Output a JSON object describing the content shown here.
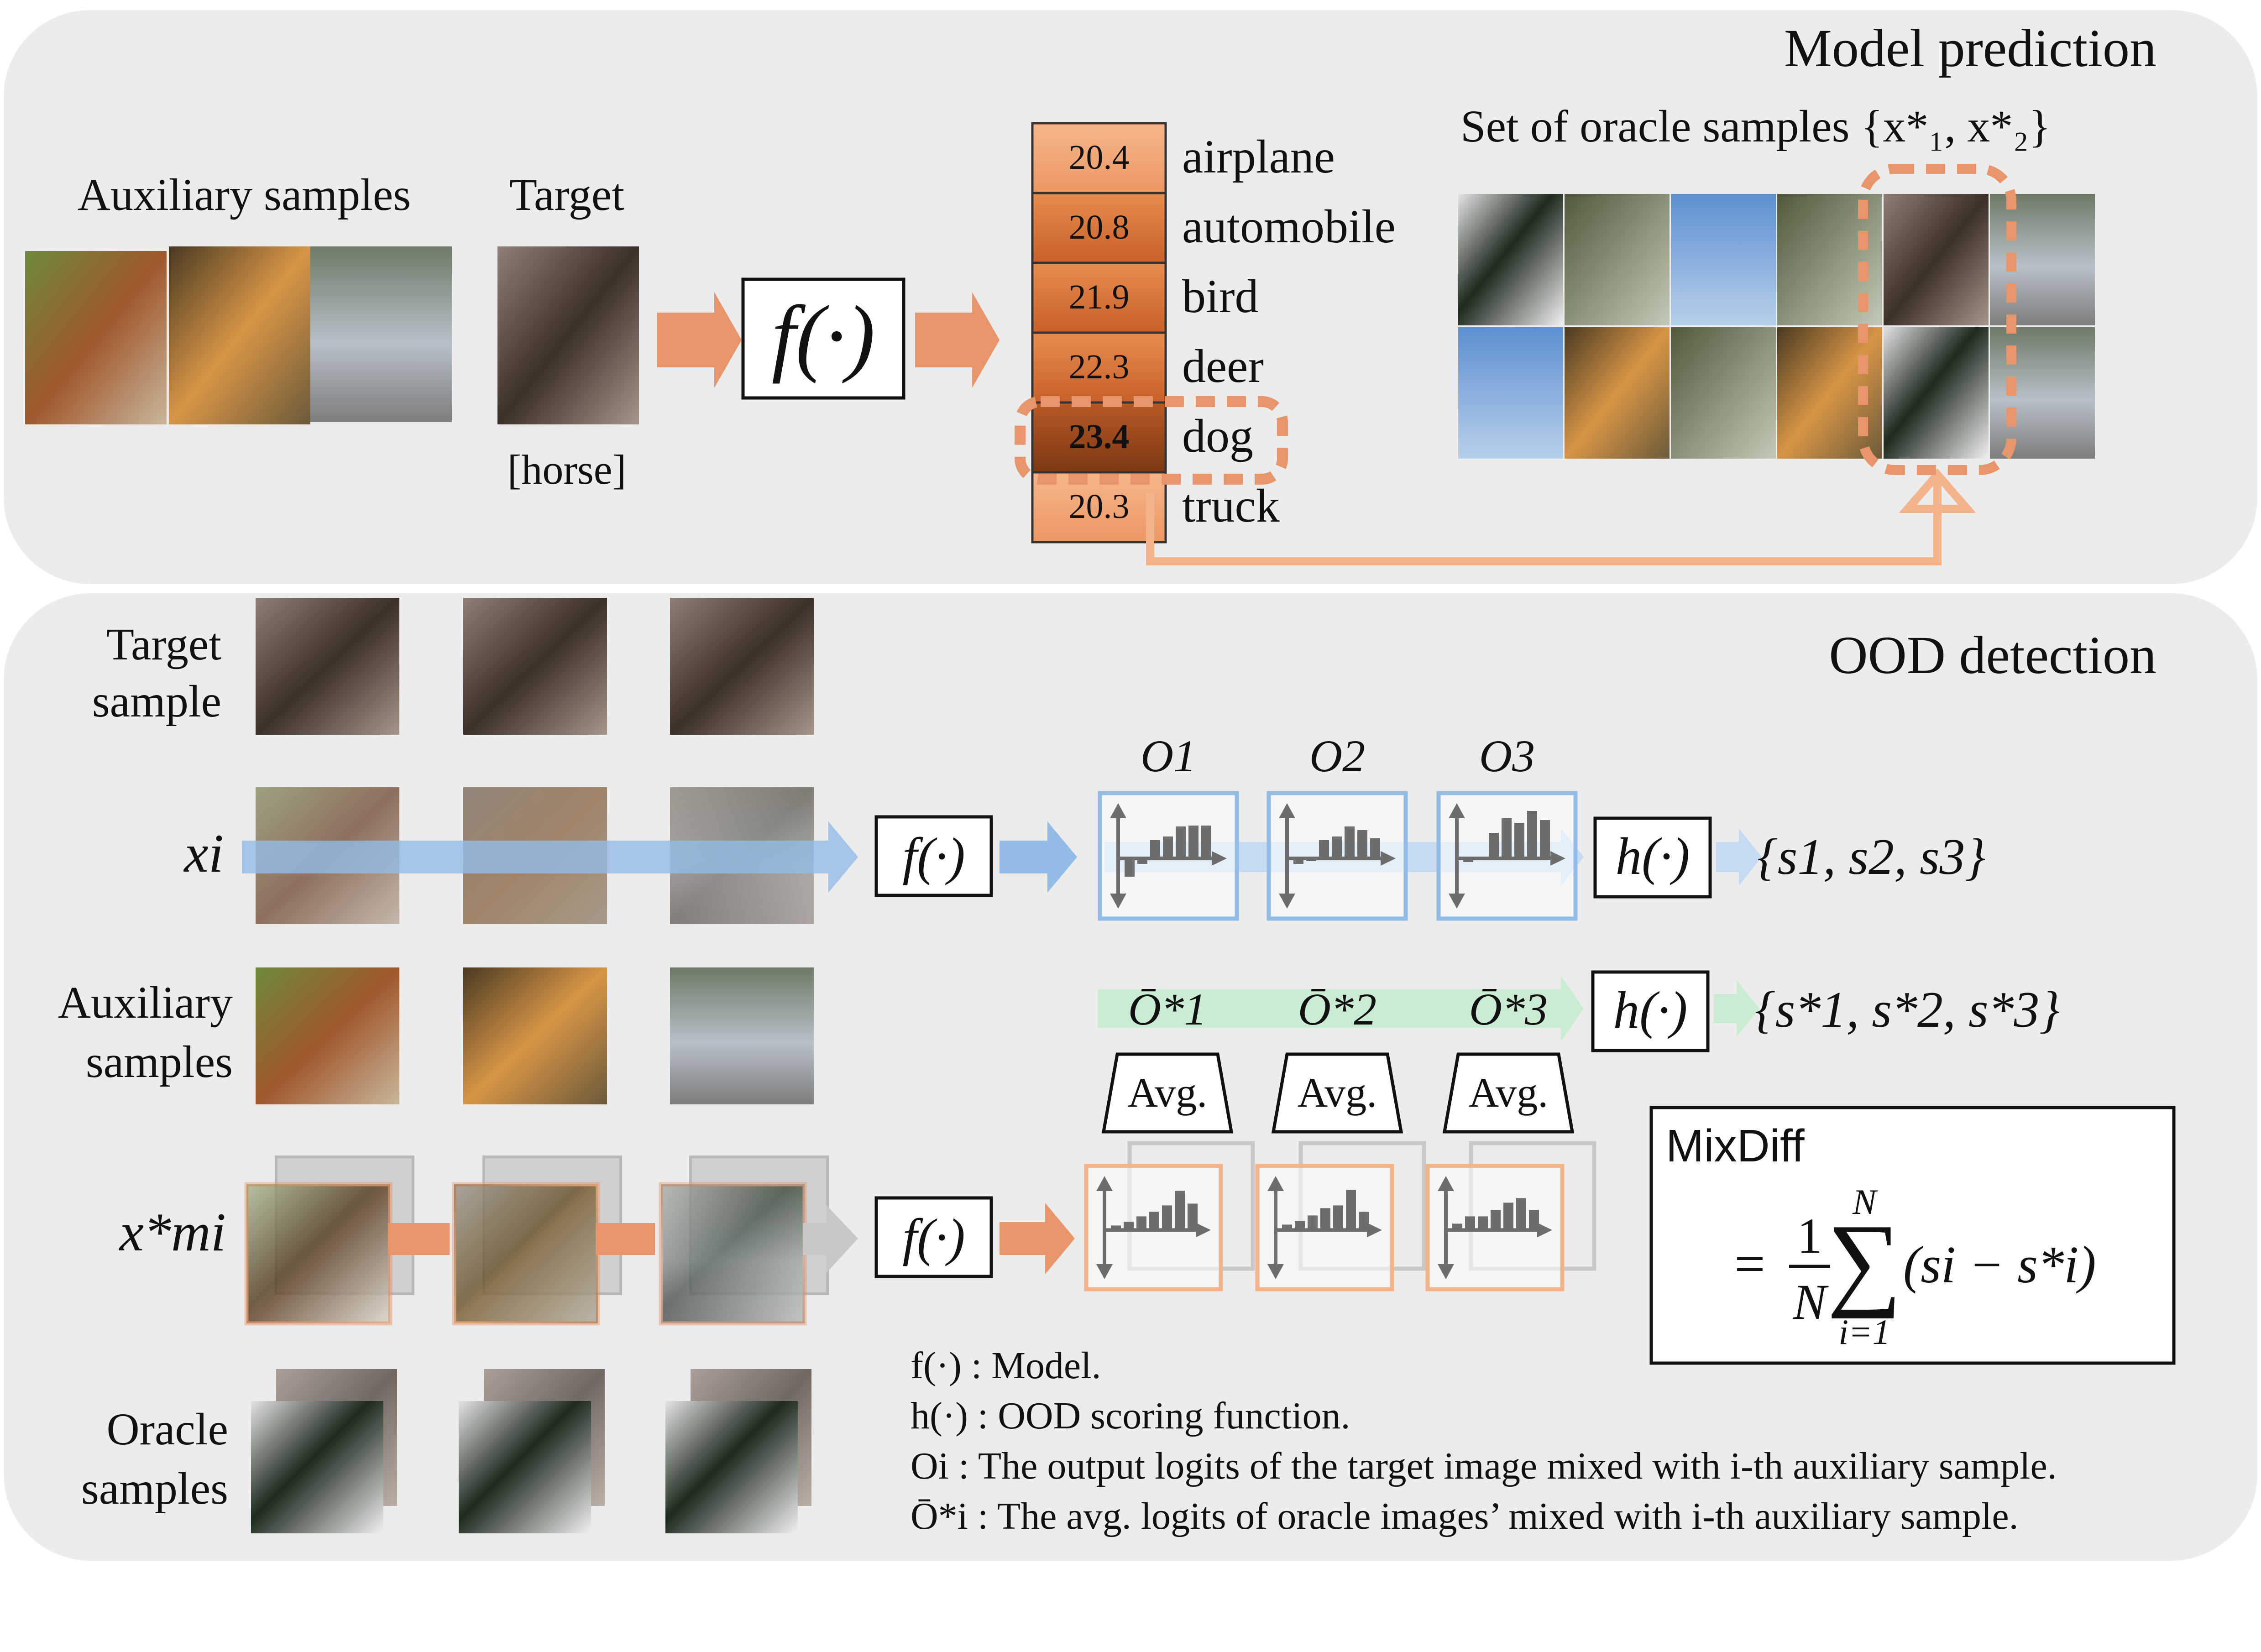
{
  "colors": {
    "panel": "#ececec",
    "orange": "#e8956b",
    "orange_light": "#f3b48c",
    "blue": "#92bce6",
    "blue_light": "#c6dbf1",
    "green": "#c9ecd3",
    "gray_bar": "#6d6d6d",
    "gray_stack": "#c8c8c8"
  },
  "top_panel": {
    "title": "Model prediction",
    "aux_label": "Auxiliary samples",
    "target_label": "Target",
    "target_class": "[horse]",
    "model_label": "f(·)",
    "oracle_title": "Set of oracle samples {x*₁, x*₂}",
    "logits": [
      {
        "value": "20.4",
        "label": "airplane"
      },
      {
        "value": "20.8",
        "label": "automobile"
      },
      {
        "value": "21.9",
        "label": "bird"
      },
      {
        "value": "22.3",
        "label": "deer"
      },
      {
        "value": "23.4",
        "label": "dog"
      },
      {
        "value": "20.3",
        "label": "truck"
      }
    ]
  },
  "bottom_panel": {
    "title": "OOD detection",
    "target_sample_label": [
      "Target",
      "sample"
    ],
    "xi_label": "xi",
    "aux_label": [
      "Auxiliary",
      "samples"
    ],
    "xmi_label": "x*mi",
    "oracle_label": [
      "Oracle",
      "samples"
    ],
    "f_label": "f(·)",
    "h_label": "h(·)",
    "o_labels": [
      "O1",
      "O2",
      "O3"
    ],
    "obar_labels": [
      "Ō*1",
      "Ō*2",
      "Ō*3"
    ],
    "avg_label": "Avg.",
    "s_set": "{s1, s2, s3}",
    "s_star_set": "{s*1, s*2, s*3}",
    "mixdiff_title": "MixDiff",
    "mixdiff_formula": {
      "eq": "=",
      "num": "1",
      "den": "N",
      "sum_top": "N",
      "sum_bottom": "i=1",
      "body": "(si − s*i)"
    },
    "legend": [
      "f(·) : Model.",
      "h(·) : OOD scoring function.",
      "Oi : The output logits of the target image mixed with i-th auxiliary sample.",
      "Ō*i : The avg. logits of oracle images’ mixed with i-th auxiliary sample."
    ]
  }
}
